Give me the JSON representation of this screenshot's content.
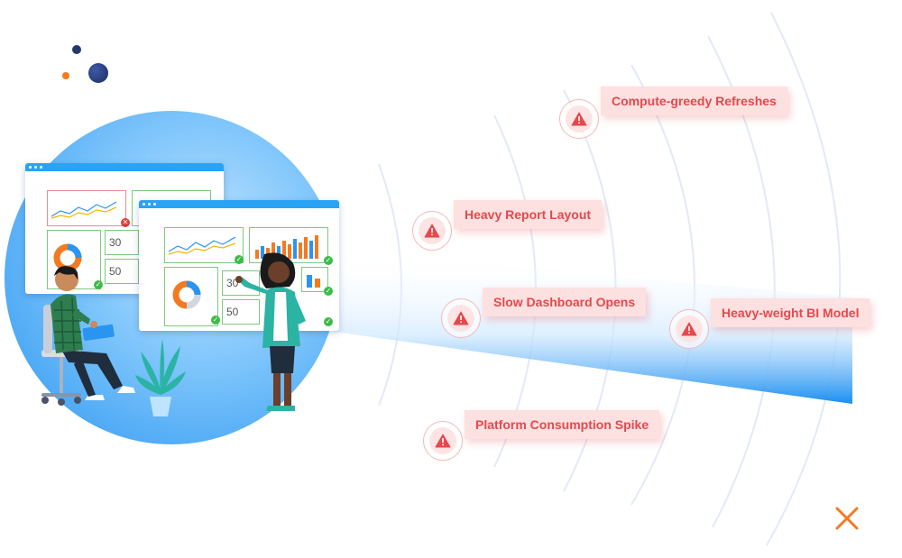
{
  "alerts": [
    {
      "id": "compute",
      "label": "Compute-greedy Refreshes"
    },
    {
      "id": "layout",
      "label": "Heavy Report Layout"
    },
    {
      "id": "dashboard",
      "label": "Slow Dashboard Opens"
    },
    {
      "id": "model",
      "label": "Heavy-weight BI Model"
    },
    {
      "id": "spike",
      "label": "Platform Consumption Spike"
    }
  ],
  "dashboard": {
    "kpi_left_top": "30",
    "kpi_left_bottom": "50",
    "kpi_right_top": "30",
    "kpi_right_bottom": "50"
  },
  "colors": {
    "alert_red": "#e5484d",
    "alert_bg": "#fde0e0",
    "accent_blue": "#2aa3f5",
    "accent_orange": "#f47a20",
    "navy": "#24386e"
  },
  "icons": {
    "alert": "warning-triangle-icon",
    "check": "check-circle-icon",
    "error": "error-circle-icon",
    "close": "close-x-icon"
  }
}
